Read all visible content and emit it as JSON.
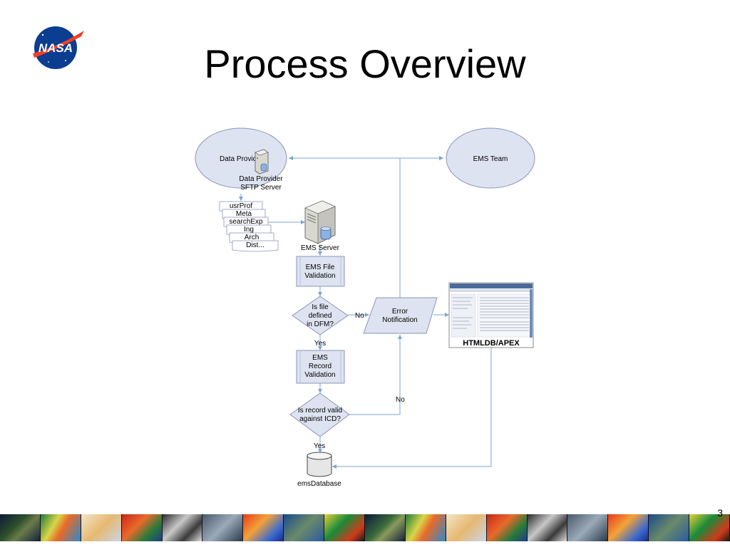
{
  "slide": {
    "title": "Process Overview",
    "page_number": "3",
    "logo_text": "NASA"
  },
  "diagram": {
    "data_provider_label": "Data Provic",
    "sftp_label_line1": "Data Provider",
    "sftp_label_line2": "SFTP Server",
    "ems_team_label": "EMS Team",
    "files": [
      "usrProf",
      "Meta",
      "searchExp",
      "Ing",
      "Arch",
      "Dist..."
    ],
    "ems_server_label": "EMS Server",
    "file_validation_lines": [
      "EMS File",
      "Validation"
    ],
    "dfm_decision_lines": [
      "Is file",
      "defined",
      "in DFM?"
    ],
    "no_label_1": "No",
    "yes_label_1": "Yes",
    "error_notification_lines": [
      "Error",
      "Notification"
    ],
    "record_validation_lines": [
      "EMS",
      "Record",
      "Validation"
    ],
    "icd_decision_lines": [
      "Is record valid",
      "against ICD?"
    ],
    "no_label_2": "No",
    "yes_label_2": "Yes",
    "database_label": "emsDatabase",
    "htmldb_label": "HTMLDB/APEX"
  },
  "colors": {
    "shape_fill": "#dde3f0",
    "shape_stroke": "#8a94b8",
    "connector": "#7aa6d6",
    "process_edge": "#b8c2dc"
  }
}
